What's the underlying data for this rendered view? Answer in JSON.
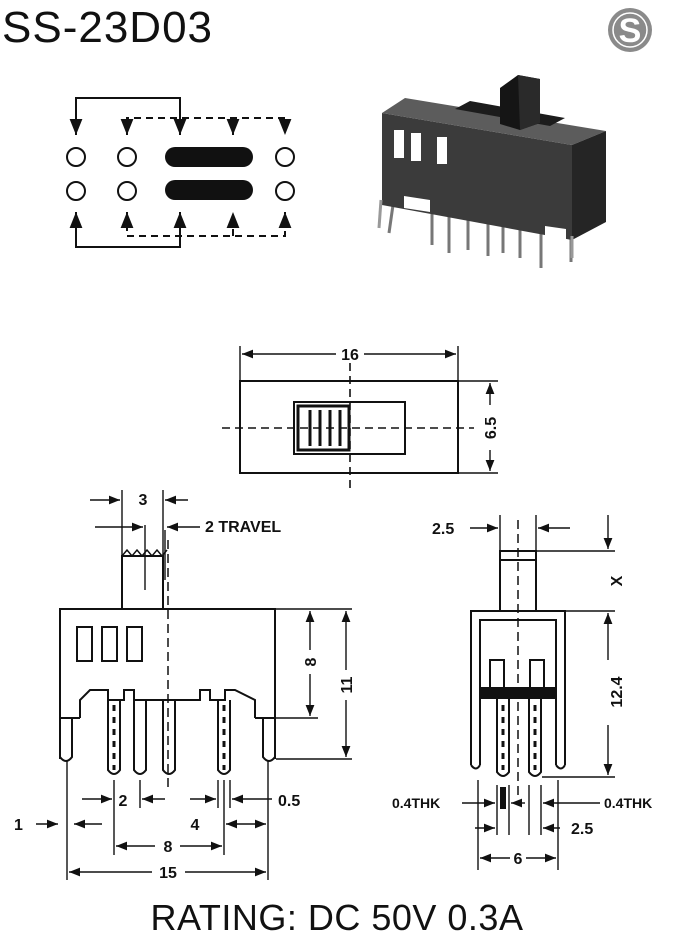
{
  "sheet": {
    "model": "SS-23D03",
    "logo_letter": "S",
    "rating": "RATING: DC 50V 0.3A"
  },
  "top_view": {
    "width": "16",
    "height": "6.5"
  },
  "front_view": {
    "actuator_width": "3",
    "travel": "2 TRAVEL",
    "body_height": "8",
    "overall_height": "11",
    "pitch_small": "2",
    "pin_thickness": "0.5",
    "edge_offset": "1",
    "pitch_inner": "8",
    "pitch_outer": "4",
    "overall_width": "15"
  },
  "side_view": {
    "actuator_width": "2.5",
    "actuator_height": "X",
    "body_height": "12.4",
    "pin_thk_left": "0.4THK",
    "pin_thk_right": "0.4THK",
    "pin_pitch": "2.5",
    "width": "6"
  },
  "colors": {
    "ink": "#111111",
    "logo": "#8a8a8a"
  }
}
